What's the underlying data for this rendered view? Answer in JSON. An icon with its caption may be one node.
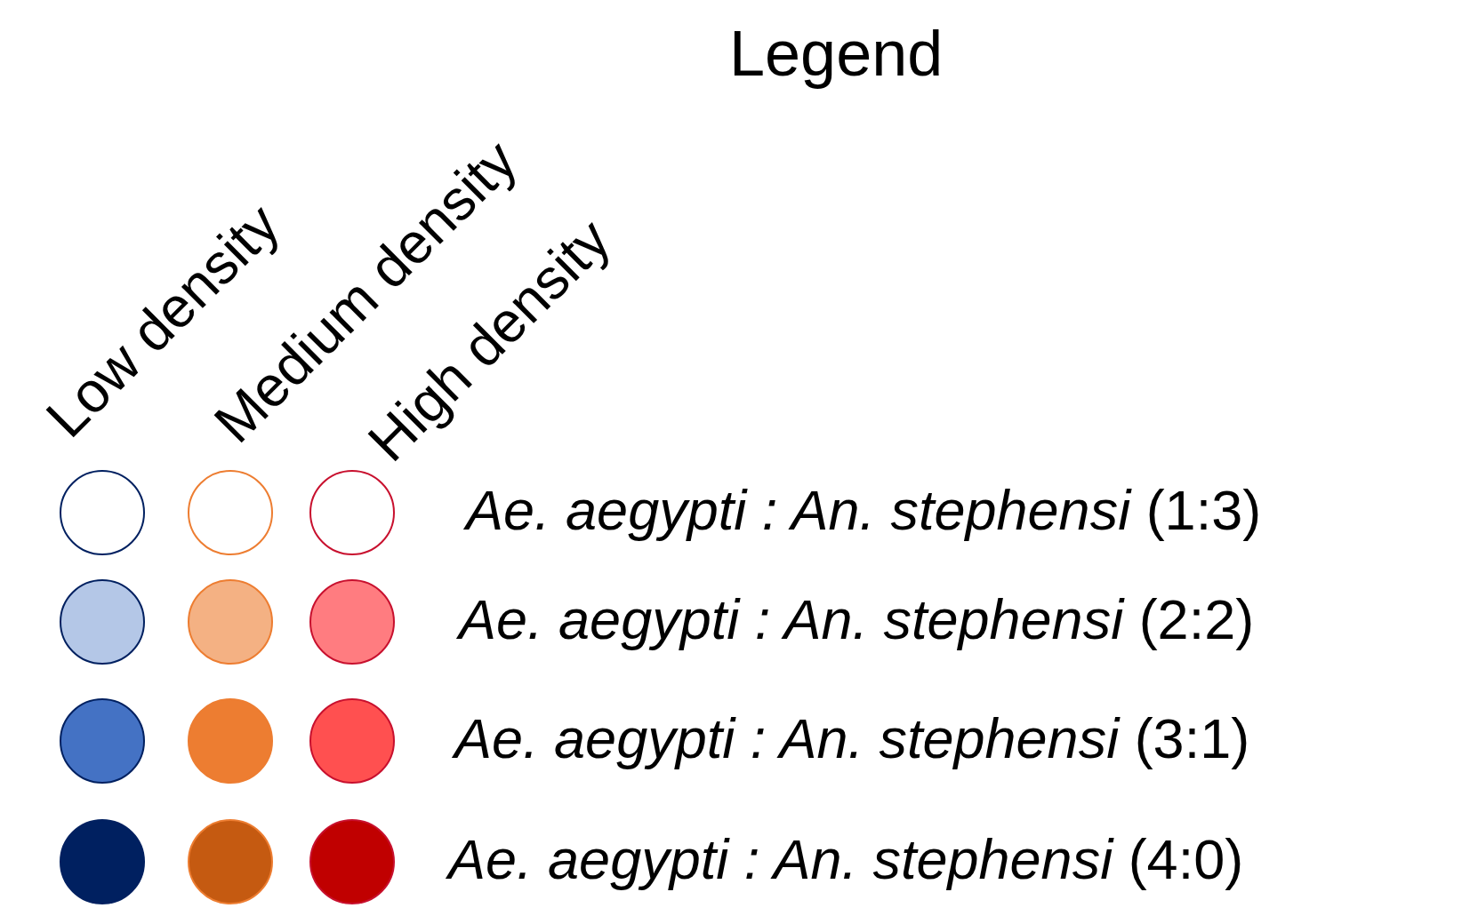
{
  "diagram": {
    "title": "Legend",
    "labels": [
      "Low density",
      "Medium density",
      "High density"
    ],
    "legend": [
      {
        "text": "*Ae. aegypti : An. stephensi* (1:3)"
      },
      {
        "text": "*Ae. aegypti : An. stephensi* (2:2)"
      },
      {
        "text": "*Ae. aegypti : An. stephensi* (3:1)"
      },
      {
        "text": "*Ae. aegypti : An. stephensi* (4:0)"
      }
    ]
  }
}
